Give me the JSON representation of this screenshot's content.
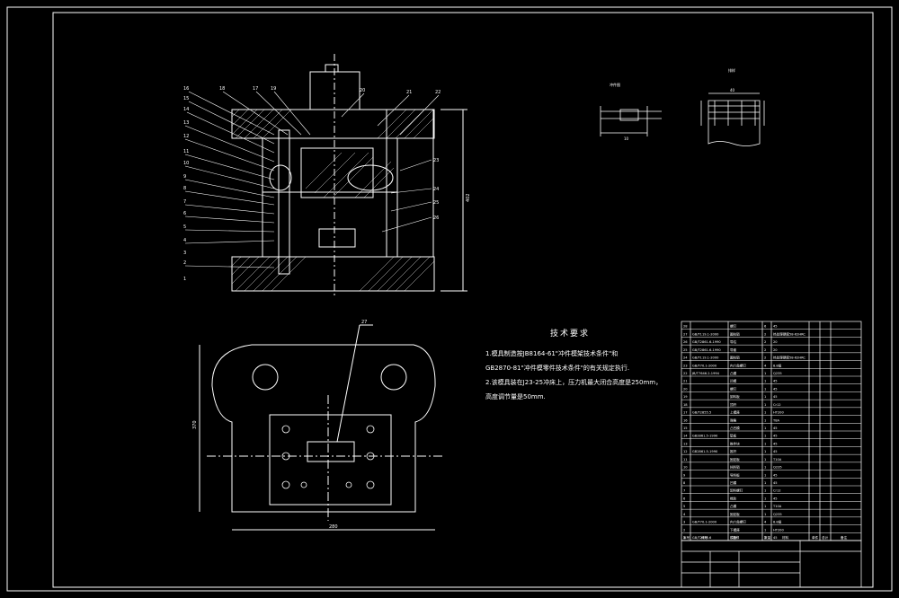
{
  "drawing": {
    "tech_title": "技术要求",
    "tech_lines": [
      "1.模具制造按JB8164-61\"冲件模架技术条件\"和",
      "GB2870-81\"冲件模零件技术条件\"的有关规定执行.",
      "2.该模具装在J23-25冲床上，压力机最大闭合高度是250mm，",
      "高度调节量是50mm."
    ],
    "dim_height": "402",
    "dim_width": "280",
    "dim_left": "370",
    "part_label": "冲件图",
    "part_label2": "排样",
    "part_dim1": "10",
    "part_dim2": "40"
  },
  "callouts_left": [
    "16",
    "15",
    "14",
    "13",
    "12",
    "11",
    "10",
    "9",
    "8",
    "7",
    "6",
    "5",
    "4",
    "3",
    "2",
    "1"
  ],
  "callouts_top": [
    "18",
    "17",
    "19",
    "20",
    "21",
    "22"
  ],
  "callouts_right": [
    "23",
    "24",
    "25",
    "26"
  ],
  "callout_bottom": "27",
  "bom": {
    "rows": [
      {
        "no": "28",
        "code": "",
        "name": "螺钉",
        "qty": "6",
        "mat": "45"
      },
      {
        "no": "27",
        "code": "GB/T119.1-2000",
        "name": "圆柱销",
        "qty": "2",
        "mat": "热处理硬度58-62HRC"
      },
      {
        "no": "26",
        "code": "GB/T2861.6-1990",
        "name": "导柱",
        "qty": "2",
        "mat": "20"
      },
      {
        "no": "25",
        "code": "GB/T2861.6-1990",
        "name": "导套",
        "qty": "2",
        "mat": "20"
      },
      {
        "no": "24",
        "code": "GB/T119.1-2000",
        "name": "圆柱销",
        "qty": "2",
        "mat": "热处理硬度58-62HRC"
      },
      {
        "no": "23",
        "code": "GB/T70.1-2000",
        "name": "内六角螺钉",
        "qty": "4",
        "mat": "8.8级"
      },
      {
        "no": "22",
        "code": "JB/T7646.2-1994",
        "name": "凸模",
        "qty": "1",
        "mat": "Q235"
      },
      {
        "no": "21",
        "code": "",
        "name": "凹模",
        "qty": "1",
        "mat": "45"
      },
      {
        "no": "20",
        "code": "",
        "name": "螺钉",
        "qty": "1",
        "mat": "45"
      },
      {
        "no": "19",
        "code": "",
        "name": "卸料板",
        "qty": "1",
        "mat": "45"
      },
      {
        "no": "18",
        "code": "",
        "name": "顶杆",
        "qty": "1",
        "mat": "Cr12"
      },
      {
        "no": "17",
        "code": "GB/T2855.5",
        "name": "上模座",
        "qty": "1",
        "mat": "HT200"
      },
      {
        "no": "16",
        "code": "",
        "name": "弹簧",
        "qty": "1",
        "mat": "T8A"
      },
      {
        "no": "15",
        "code": "",
        "name": "凸凹模",
        "qty": "1",
        "mat": "45"
      },
      {
        "no": "14",
        "code": "GB2861.5-1990",
        "name": "垫板",
        "qty": "1",
        "mat": "45"
      },
      {
        "no": "13",
        "code": "",
        "name": "推件块",
        "qty": "1",
        "mat": "45"
      },
      {
        "no": "12",
        "code": "GB2861.5-1990",
        "name": "推杆",
        "qty": "1",
        "mat": "45"
      },
      {
        "no": "11",
        "code": "",
        "name": "固定板",
        "qty": "1",
        "mat": "T10A"
      },
      {
        "no": "10",
        "code": "",
        "name": "挡料销",
        "qty": "1",
        "mat": "Q235"
      },
      {
        "no": "9",
        "code": "",
        "name": "导料板",
        "qty": "1",
        "mat": "45"
      },
      {
        "no": "8",
        "code": "",
        "name": "凹模",
        "qty": "1",
        "mat": "45"
      },
      {
        "no": "7",
        "code": "",
        "name": "卸料螺钉",
        "qty": "1",
        "mat": "Cr12"
      },
      {
        "no": "6",
        "code": "",
        "name": "橡胶",
        "qty": "1",
        "mat": "45"
      },
      {
        "no": "5",
        "code": "",
        "name": "凸模",
        "qty": "1",
        "mat": "T10A"
      },
      {
        "no": "4",
        "code": "",
        "name": "固定板",
        "qty": "1",
        "mat": "Q235"
      },
      {
        "no": "3",
        "code": "GB/T70.1-2000",
        "name": "内六角螺钉",
        "qty": "4",
        "mat": "8.8级"
      },
      {
        "no": "2",
        "code": "",
        "name": "下模座",
        "qty": "1",
        "mat": "HT200"
      },
      {
        "no": "1",
        "code": "GB/T2855.6",
        "name": "模柄",
        "qty": "1",
        "mat": "45"
      }
    ],
    "header": [
      "序号",
      "代号",
      "名称",
      "数量",
      "材料",
      "单件",
      "总计",
      "备注"
    ]
  }
}
